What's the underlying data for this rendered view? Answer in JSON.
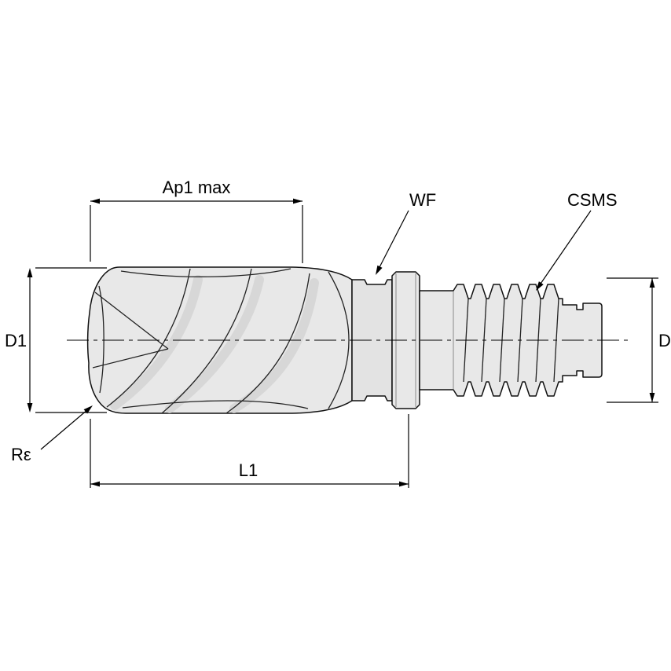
{
  "diagram": {
    "labels": {
      "ap1_max": "Ap1 max",
      "wf": "WF",
      "csms": "CSMS",
      "d1": "D1",
      "d": "D",
      "corner_radius": "Rε",
      "l1": "L1"
    },
    "colors": {
      "line": "#000000",
      "body_fill": "#e8e8e8",
      "shade": "#d5d5d5",
      "background": "#ffffff"
    }
  }
}
